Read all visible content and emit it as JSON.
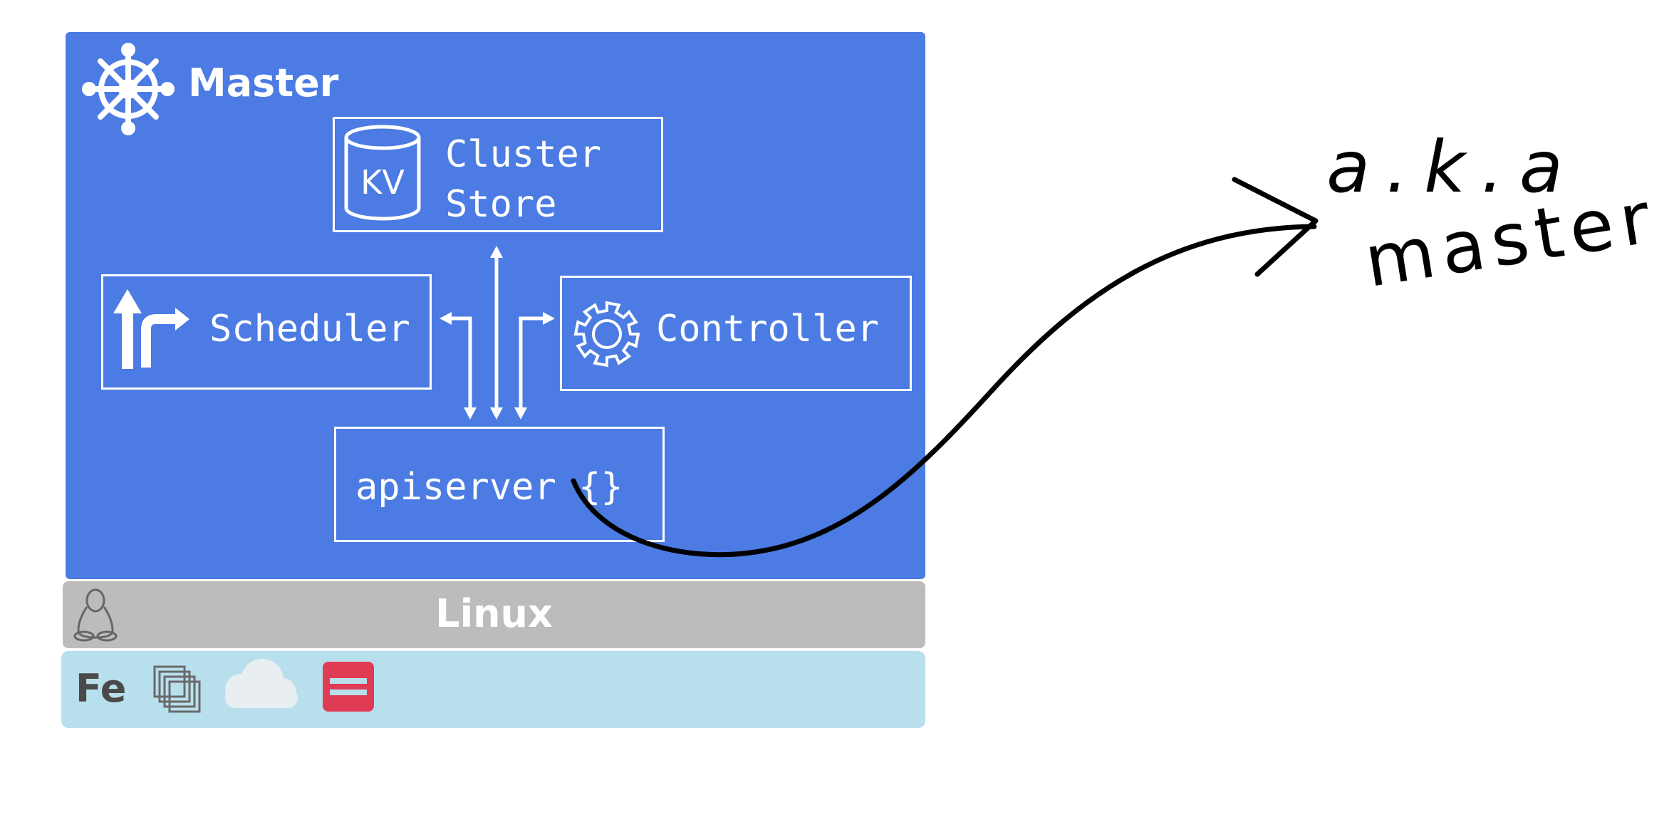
{
  "master": {
    "title": "Master"
  },
  "components": {
    "cluster_store": {
      "label": "Cluster\nStore",
      "icon_text": "KV"
    },
    "scheduler": {
      "label": "Scheduler"
    },
    "controller": {
      "label": "Controller"
    },
    "apiserver": {
      "label": "apiserver",
      "brace": "{}"
    }
  },
  "os_layer": {
    "label": "Linux"
  },
  "infra_layer": {
    "label": "Fe"
  },
  "annotation": {
    "line1": "a.k.a",
    "line2": "master"
  },
  "colors": {
    "master_bg": "#4b7be3",
    "linux_bg": "#bcbcbc",
    "infra_bg": "#b8dfec",
    "openstack_red": "#e03c55"
  },
  "icons": [
    "kubernetes-helm-icon",
    "database-kv-icon",
    "route-arrows-icon",
    "gear-icon",
    "linux-tux-icon",
    "vmware-icon",
    "cloud-icon",
    "openstack-icon"
  ]
}
